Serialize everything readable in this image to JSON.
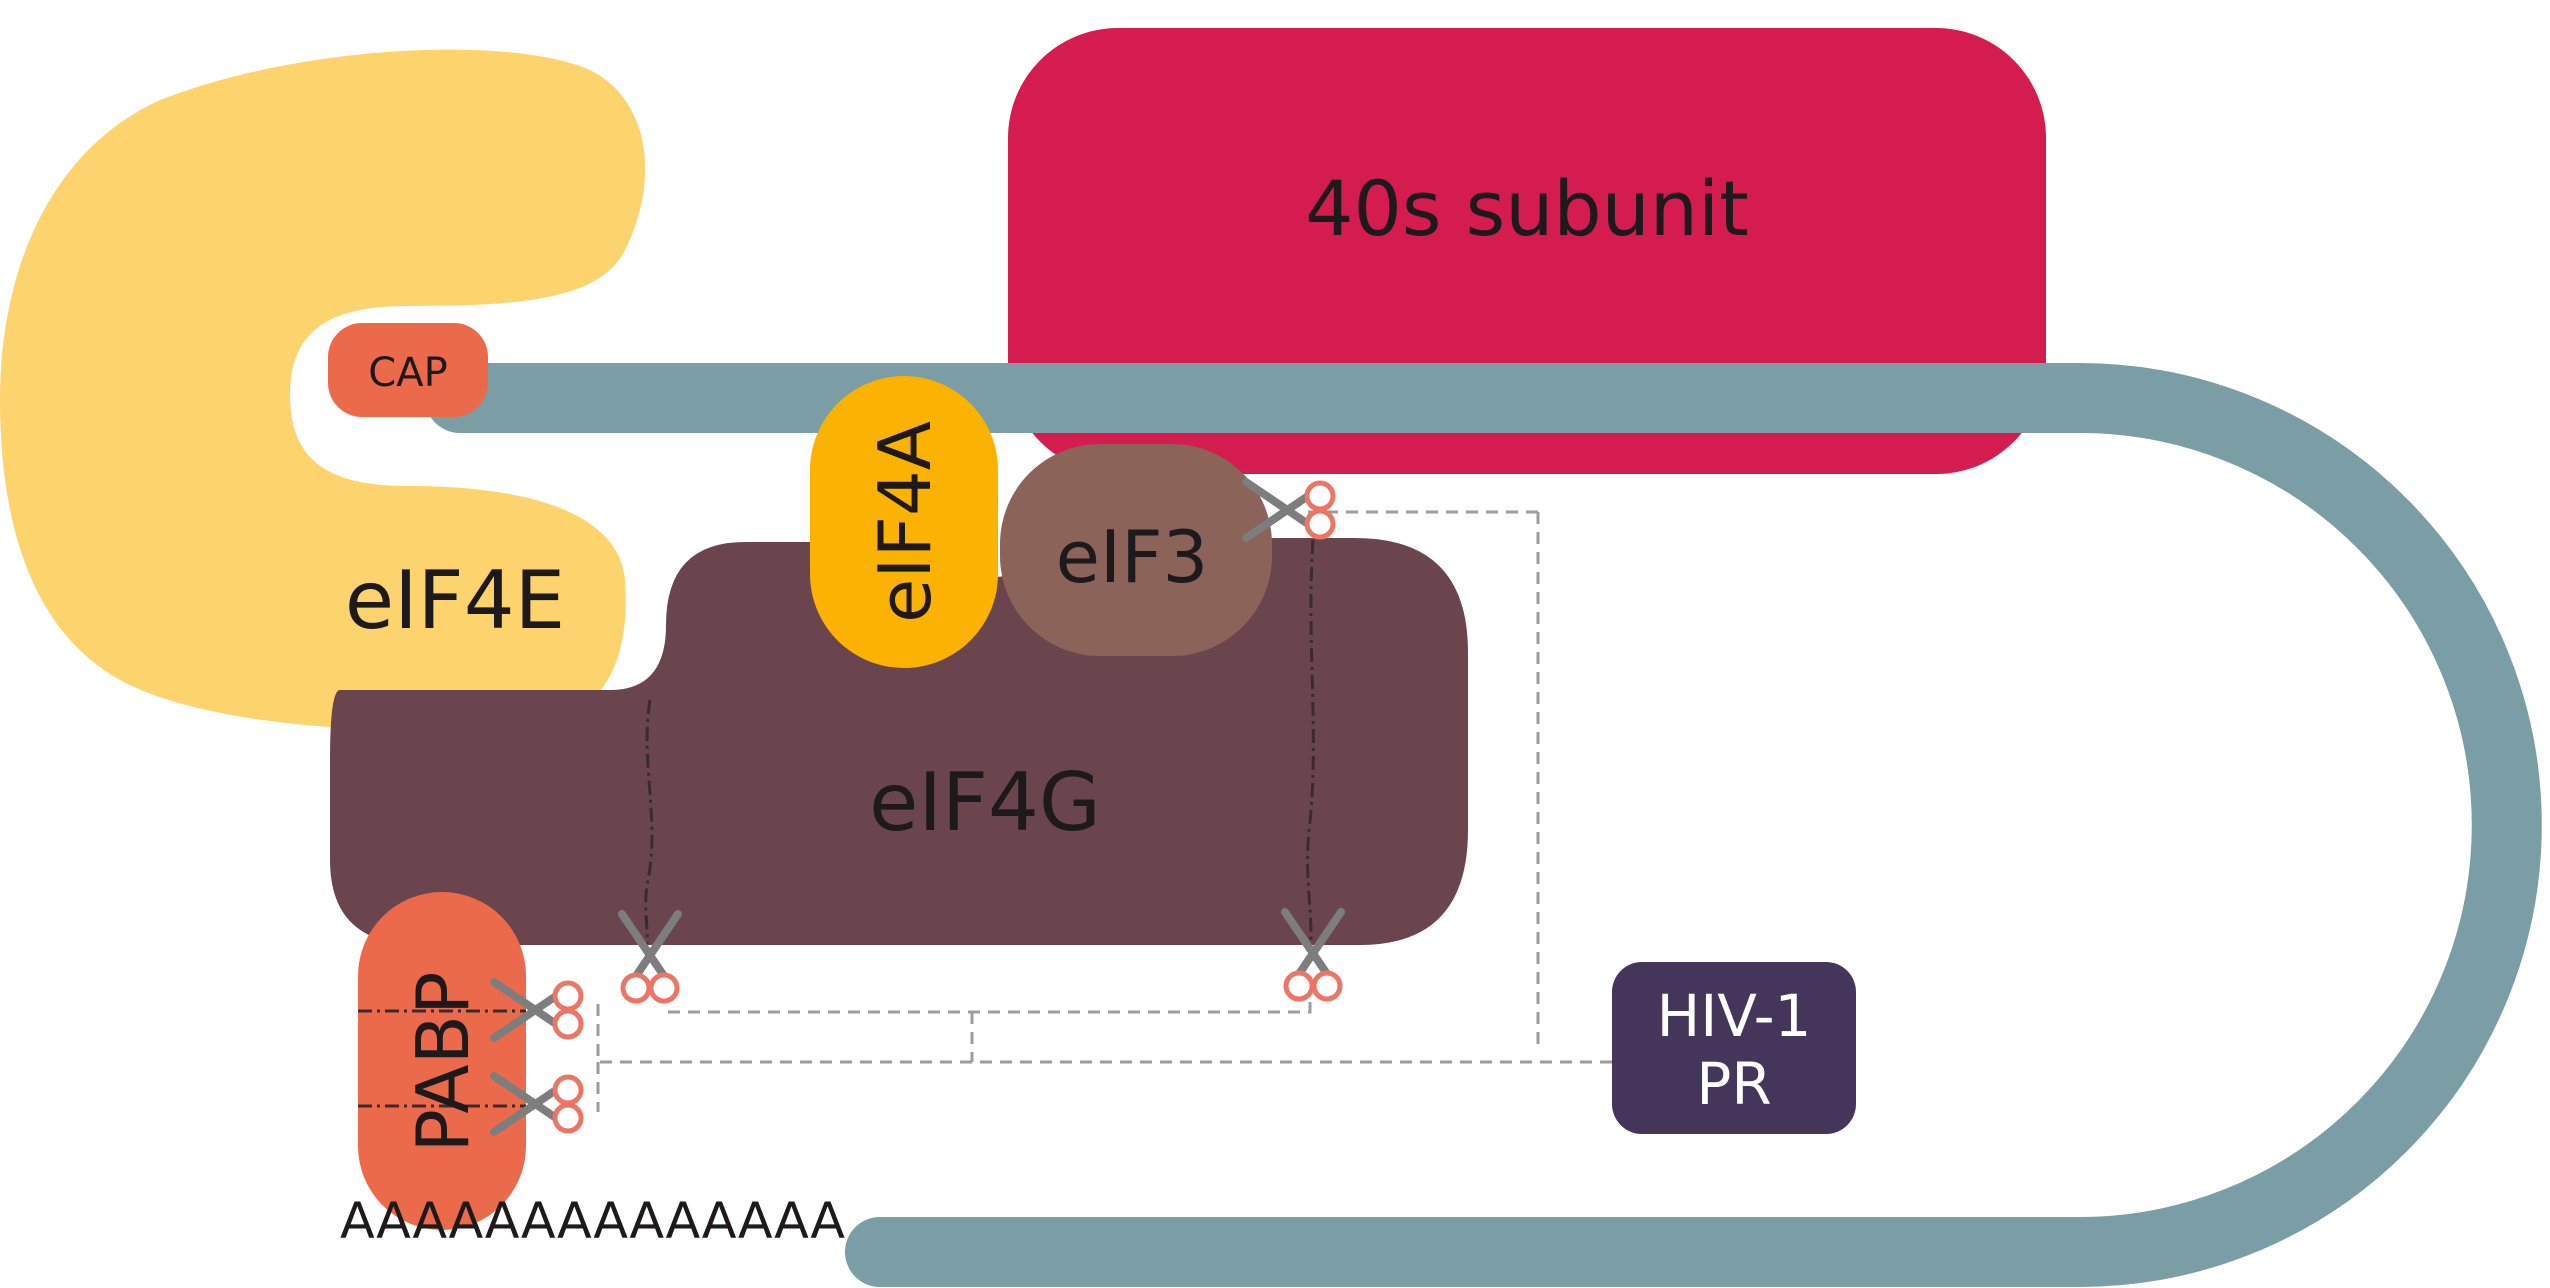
{
  "labels": {
    "subunit_40s": "40s subunit",
    "cap": "CAP",
    "eif4e": "eIF4E",
    "eif4a": "eIF4A",
    "eif3": "eIF3",
    "eif4g": "eIF4G",
    "pabp": "PABP",
    "hiv_pr_line1": "HIV-1",
    "hiv_pr_line2": "PR",
    "poly_a": "AAAAAAAAAAAAAA"
  },
  "colors": {
    "subunit_40s": "#d41c4f",
    "mrna": "#7b9da5",
    "eif4e": "#fdd36e",
    "cap": "#ec6a4c",
    "eif4a": "#fbb200",
    "eif3": "#8c6359",
    "eif4g": "#6a454d",
    "pabp": "#ec6a4c",
    "hiv_pr": "#43365a",
    "scissors": "#ec7566"
  },
  "icons": [
    "scissors-icon"
  ]
}
